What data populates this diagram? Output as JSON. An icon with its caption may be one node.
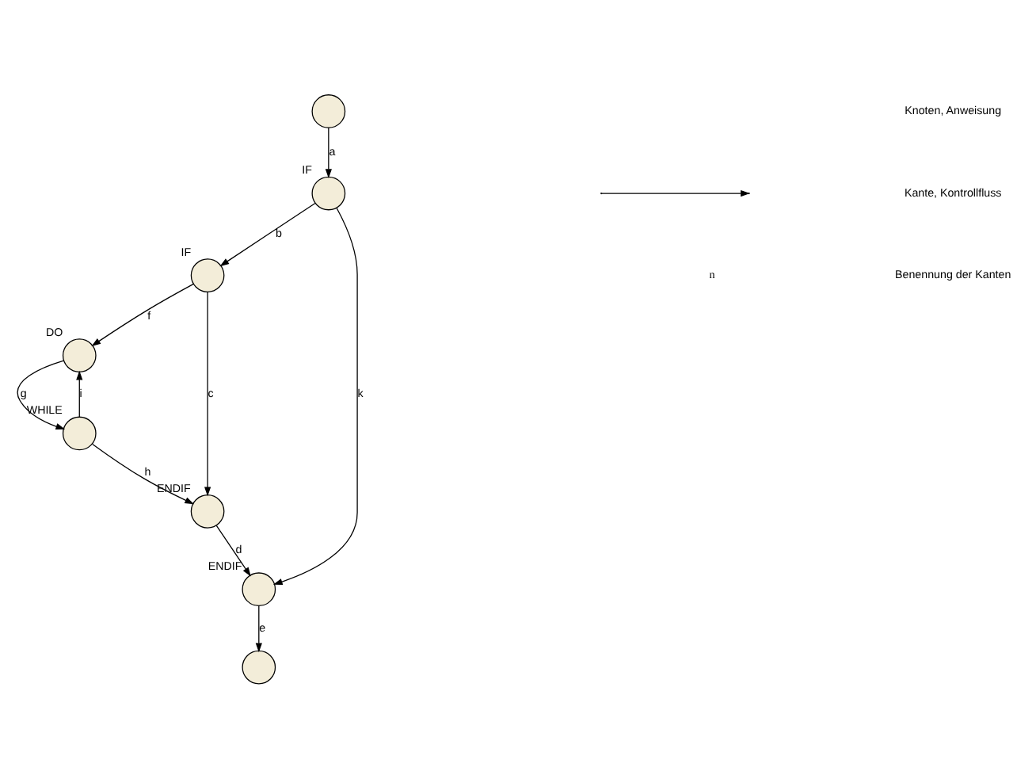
{
  "diagram": {
    "nodes": [
      {
        "text": [],
        "shape": "circle"
      },
      {
        "text": [],
        "shape": "circle",
        "beside": [
          "IF"
        ]
      },
      {
        "text": [],
        "shape": "circle",
        "beside": [
          "IF"
        ]
      },
      {
        "text": [],
        "shape": "circle",
        "beside": [
          "DO"
        ]
      },
      {
        "text": [],
        "shape": "circle",
        "beside": [
          "WHILE"
        ]
      },
      {
        "text": [],
        "shape": "circle",
        "beside": [
          "ENDIF"
        ]
      },
      {
        "text": [],
        "shape": "circle",
        "beside": [
          "ENDIF"
        ]
      },
      {
        "text": [],
        "shape": "circle"
      }
    ],
    "edges": [
      {
        "from": 0,
        "to": 1,
        "arrow": "to",
        "label": "a"
      },
      {
        "from": 1,
        "to": 2,
        "arrow": "to",
        "label": "b"
      },
      {
        "from": 2,
        "to": 5,
        "arrow": "to",
        "label": "c"
      },
      {
        "from": 2,
        "to": 3,
        "arrow": "to",
        "label": "f"
      },
      {
        "from": 3,
        "to": 4,
        "arrow": "to",
        "label": "g"
      },
      {
        "from": 4,
        "to": 3,
        "arrow": "to",
        "label": "i"
      },
      {
        "from": 4,
        "to": 5,
        "arrow": "to",
        "label": "h"
      },
      {
        "from": 1,
        "to": 6,
        "arrow": "to",
        "label": "k"
      },
      {
        "from": 5,
        "to": 6,
        "arrow": "to",
        "label": "d"
      },
      {
        "from": 6,
        "to": 7,
        "arrow": "to",
        "label": "e"
      }
    ],
    "labels": [
      "n"
    ],
    "legend": [
      {
        "text": "Knoten, Anweisung"
      },
      {
        "text": "Kante, Kontrollfluss"
      },
      {
        "text": "Benennung der Kanten"
      }
    ]
  }
}
